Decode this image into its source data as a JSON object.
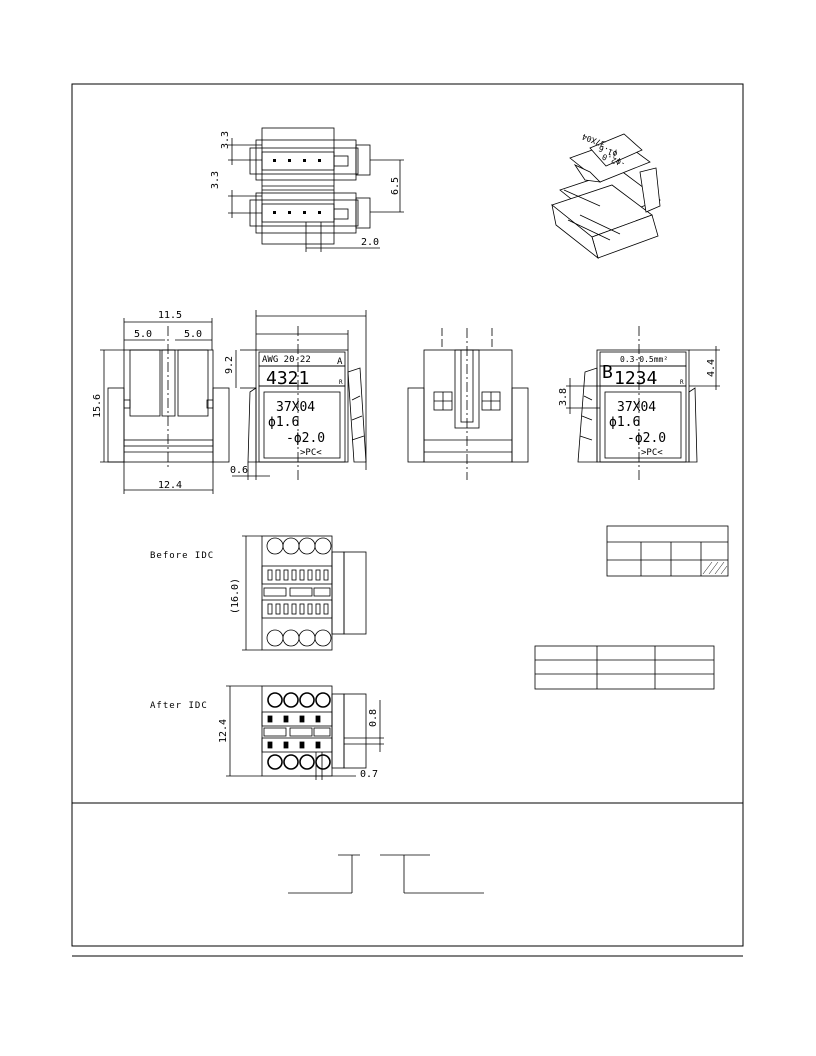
{
  "dimensions": {
    "top_view": {
      "upper_pitch": "3.3",
      "lower_pitch": "3.3",
      "height": "6.5",
      "offset": "2.0"
    },
    "side_view": {
      "width": "11.5",
      "left_half": "5.0",
      "right_half": "5.0",
      "height": "15.6",
      "base_width": "12.4"
    },
    "front_view_a": {
      "label_height": "9.2",
      "clearance": "0.6"
    },
    "front_view_b": {
      "label_height": "4.4",
      "window_height": "3.8"
    },
    "before_idc": {
      "label": "Before IDC",
      "height": "(16.0)"
    },
    "after_idc": {
      "label": "After IDC",
      "height": "12.4",
      "gap": "0.8",
      "pitch": "0.7"
    }
  },
  "markings": {
    "variant_a": {
      "awg": "AWG 20-22",
      "number": "4321",
      "letter": "A",
      "sub": "R",
      "code": "37X04",
      "phi1": "ϕ1.6",
      "phi2": "-ϕ2.0",
      "mat": ">PC<"
    },
    "variant_b": {
      "range": "0.3-0.5mm²",
      "number": "1234",
      "letter": "B",
      "sub": "R",
      "code": "37X04",
      "phi1": "ϕ1.6",
      "phi2": "-ϕ2.0",
      "mat": ">PC<"
    }
  },
  "isometric": {
    "m1": "37X04",
    "m2": "ϕ1.6",
    "m3": "-ϕ2.0"
  }
}
